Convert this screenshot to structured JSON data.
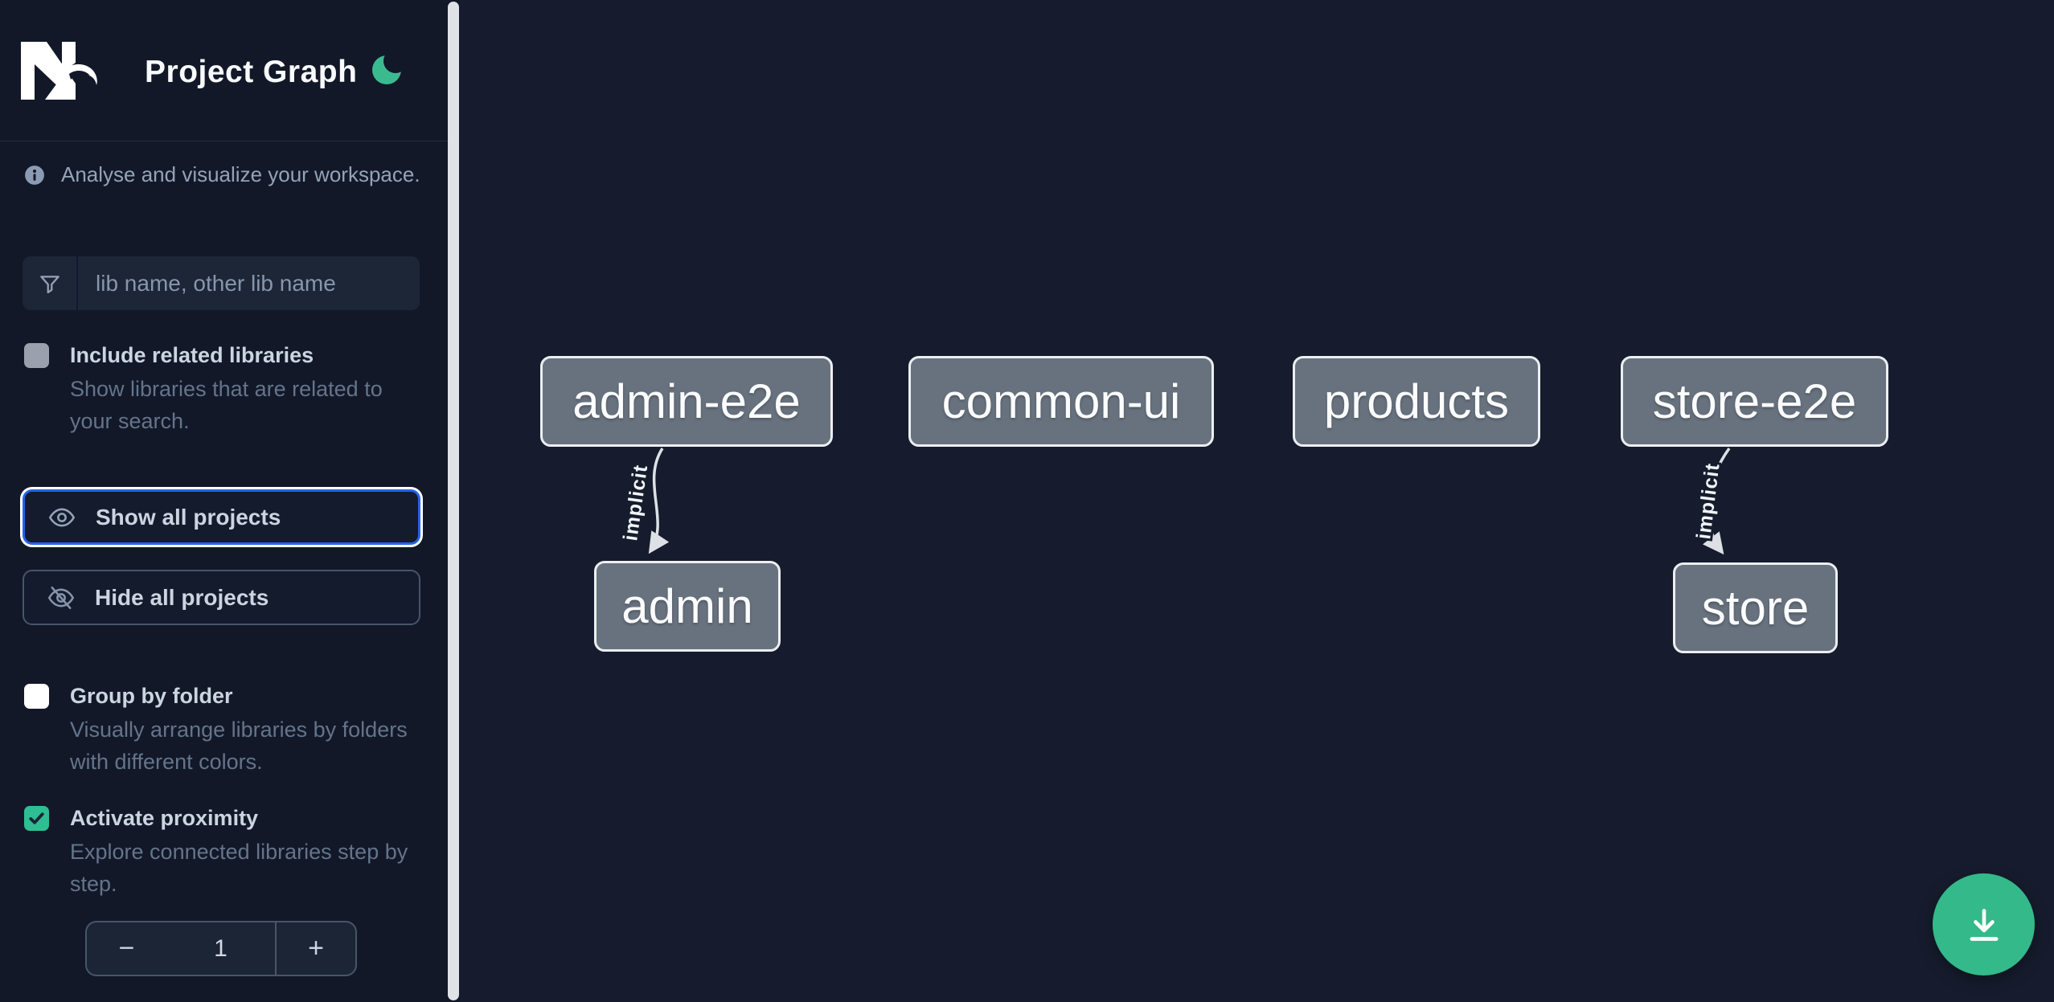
{
  "header": {
    "title": "Project Graph"
  },
  "tagline": "Analyse and visualize your workspace.",
  "filter": {
    "placeholder": "lib name, other lib name"
  },
  "options": {
    "include_related": {
      "label": "Include related libraries",
      "description": "Show libraries that are related to your search.",
      "checked": false
    },
    "group_by_folder": {
      "label": "Group by folder",
      "description": "Visually arrange libraries by folders with different colors.",
      "checked": false
    },
    "activate_proximity": {
      "label": "Activate proximity",
      "description": "Explore connected libraries step by step.",
      "checked": true
    }
  },
  "actions": {
    "show_all": "Show all projects",
    "hide_all": "Hide all projects"
  },
  "stepper": {
    "decrement": "−",
    "value": "1",
    "increment": "+"
  },
  "canvas": {
    "nodes": [
      {
        "label": "admin-e2e"
      },
      {
        "label": "common-ui"
      },
      {
        "label": "products"
      },
      {
        "label": "store-e2e"
      },
      {
        "label": "admin"
      },
      {
        "label": "store"
      }
    ],
    "edges": [
      {
        "label": "implicit",
        "from": "admin-e2e",
        "to": "admin"
      },
      {
        "label": "implicit",
        "from": "store-e2e",
        "to": "store"
      }
    ]
  },
  "colors": {
    "sidebar_bg": "#121828",
    "canvas_bg": "#161c2d",
    "accent_green": "#34b98a",
    "focus_blue": "#2563eb",
    "node_fill": "#68727f",
    "node_border": "#eceef1",
    "text_primary": "#cbd5e1",
    "text_secondary": "#64748b"
  }
}
